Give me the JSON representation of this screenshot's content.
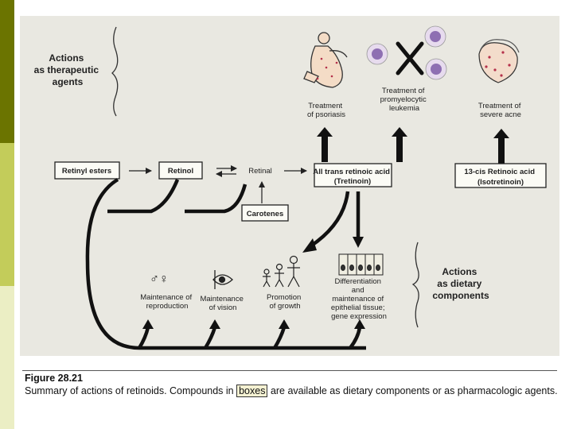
{
  "diagram": {
    "therapeutic_heading": [
      "Actions",
      "as therapeutic",
      "agents"
    ],
    "dietary_heading": [
      "Actions",
      "as dietary",
      "components"
    ],
    "compounds": {
      "retinyl_esters": "Retinyl esters",
      "retinol": "Retinol",
      "retinal": "Retinal",
      "carotenes": "Carotenes",
      "tretinoin": [
        "All trans retinoic acid",
        "(Tretinoin)"
      ],
      "isotretinoin": [
        "13-cis Retinoic acid",
        "(Isotretinoin)"
      ]
    },
    "treatments": {
      "psoriasis": [
        "Treatment",
        "of psoriasis"
      ],
      "leukemia": [
        "Treatment of",
        "promyelocytic",
        "leukemia"
      ],
      "acne": [
        "Treatment of",
        "severe acne"
      ]
    },
    "dietary_actions": {
      "reproduction": [
        "Maintenance of",
        "reproduction"
      ],
      "vision": [
        "Maintenance",
        "of vision"
      ],
      "growth": [
        "Promotion",
        "of growth"
      ],
      "epithelial": [
        "Differentiation",
        "and",
        "maintenance of",
        "epithelial tissue;",
        "gene expression"
      ]
    },
    "sex_symbols": "♂♀"
  },
  "figure": {
    "title": "Figure 28.21",
    "caption_before": "Summary of actions of retinoids.  Compounds in ",
    "caption_boxed": "boxes",
    "caption_after": " are available as dietary components or as pharmacologic agents."
  },
  "colors": {
    "stripe_dark": "#6b7400",
    "stripe_mid": "#c3cc5a",
    "stripe_light": "#ebeec4",
    "panel": "#e9e8e1",
    "caption_highlight": "#f4f1d2"
  }
}
